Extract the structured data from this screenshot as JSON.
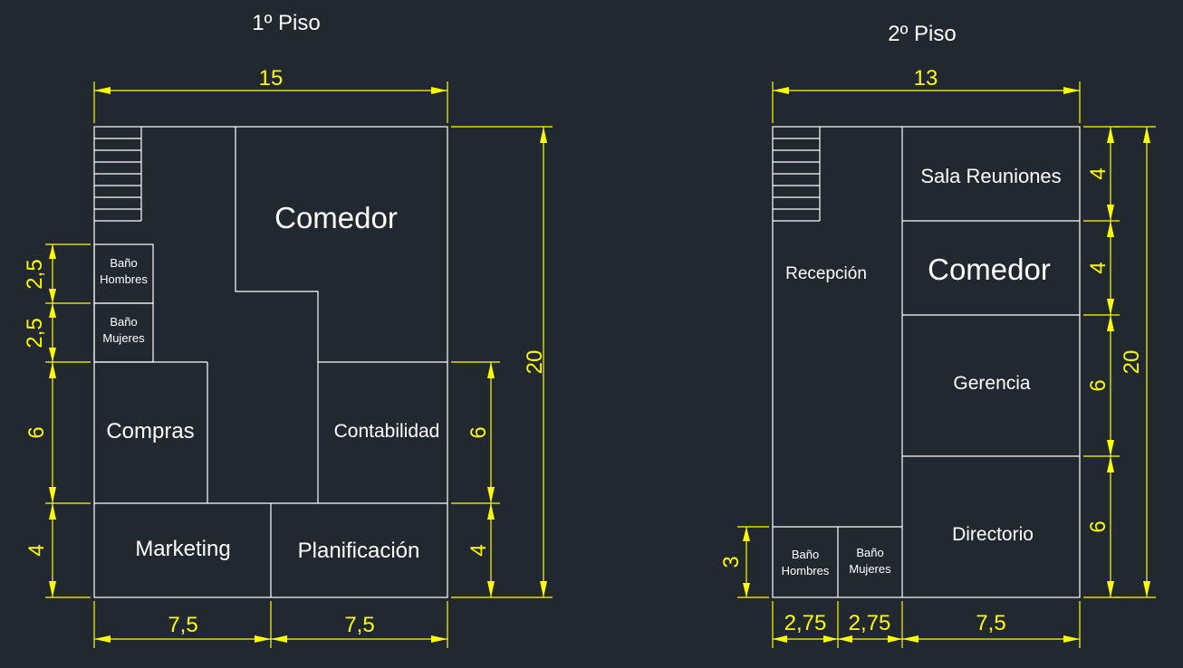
{
  "colors": {
    "background": "#212830",
    "walls": "#ffffff",
    "dimensions": "#ffff00"
  },
  "floor1": {
    "title": "1º Piso",
    "rooms": {
      "comedor": "Comedor",
      "bano_hombres": "Baño Hombres",
      "bano_mujeres": "Baño Mujeres",
      "compras": "Compras",
      "contabilidad": "Contabilidad",
      "marketing": "Marketing",
      "planificacion": "Planificación"
    },
    "dimensions": {
      "total_width": "15",
      "total_height": "20",
      "left_a": "2,5",
      "left_b": "2,5",
      "left_c": "6",
      "left_d": "4",
      "right_a": "6",
      "right_b": "4",
      "bottom_a": "7,5",
      "bottom_b": "7,5"
    }
  },
  "floor2": {
    "title": "2º Piso",
    "rooms": {
      "sala_reuniones": "Sala Reuniones",
      "comedor": "Comedor",
      "recepcion": "Recepción",
      "gerencia": "Gerencia",
      "directorio": "Directorio",
      "bano_hombres": "Baño Hombres",
      "bano_mujeres": "Baño Mujeres"
    },
    "dimensions": {
      "total_width": "13",
      "total_height": "20",
      "right_a": "4",
      "right_b": "4",
      "right_c": "6",
      "right_d": "6",
      "left_a": "3",
      "bottom_a": "2,75",
      "bottom_b": "2,75",
      "bottom_c": "7,5"
    }
  }
}
